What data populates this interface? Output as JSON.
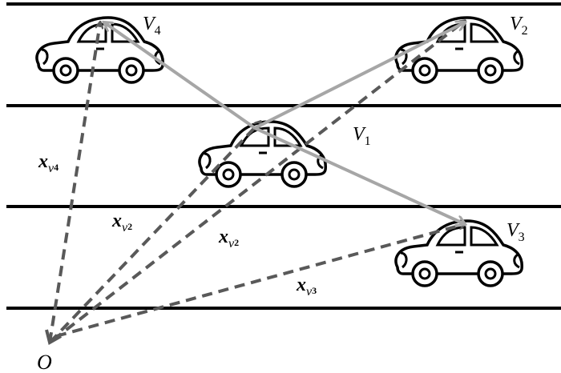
{
  "vehicles": [
    {
      "id": "V4",
      "letter": "V",
      "index": "4"
    },
    {
      "id": "V2",
      "letter": "V",
      "index": "2"
    },
    {
      "id": "V1",
      "letter": "V",
      "index": "1"
    },
    {
      "id": "V3",
      "letter": "V",
      "index": "3"
    }
  ],
  "vectors": [
    {
      "symbol": "x",
      "sub": "v",
      "index": "4"
    },
    {
      "symbol": "x",
      "sub": "v",
      "index": "2"
    },
    {
      "symbol": "x",
      "sub": "v",
      "index": "2"
    },
    {
      "symbol": "x",
      "sub": "v",
      "index": "3"
    }
  ],
  "origin": "O",
  "colors": {
    "lane": "#000000",
    "dashed": "#595959",
    "relative": "#a6a6a6"
  }
}
